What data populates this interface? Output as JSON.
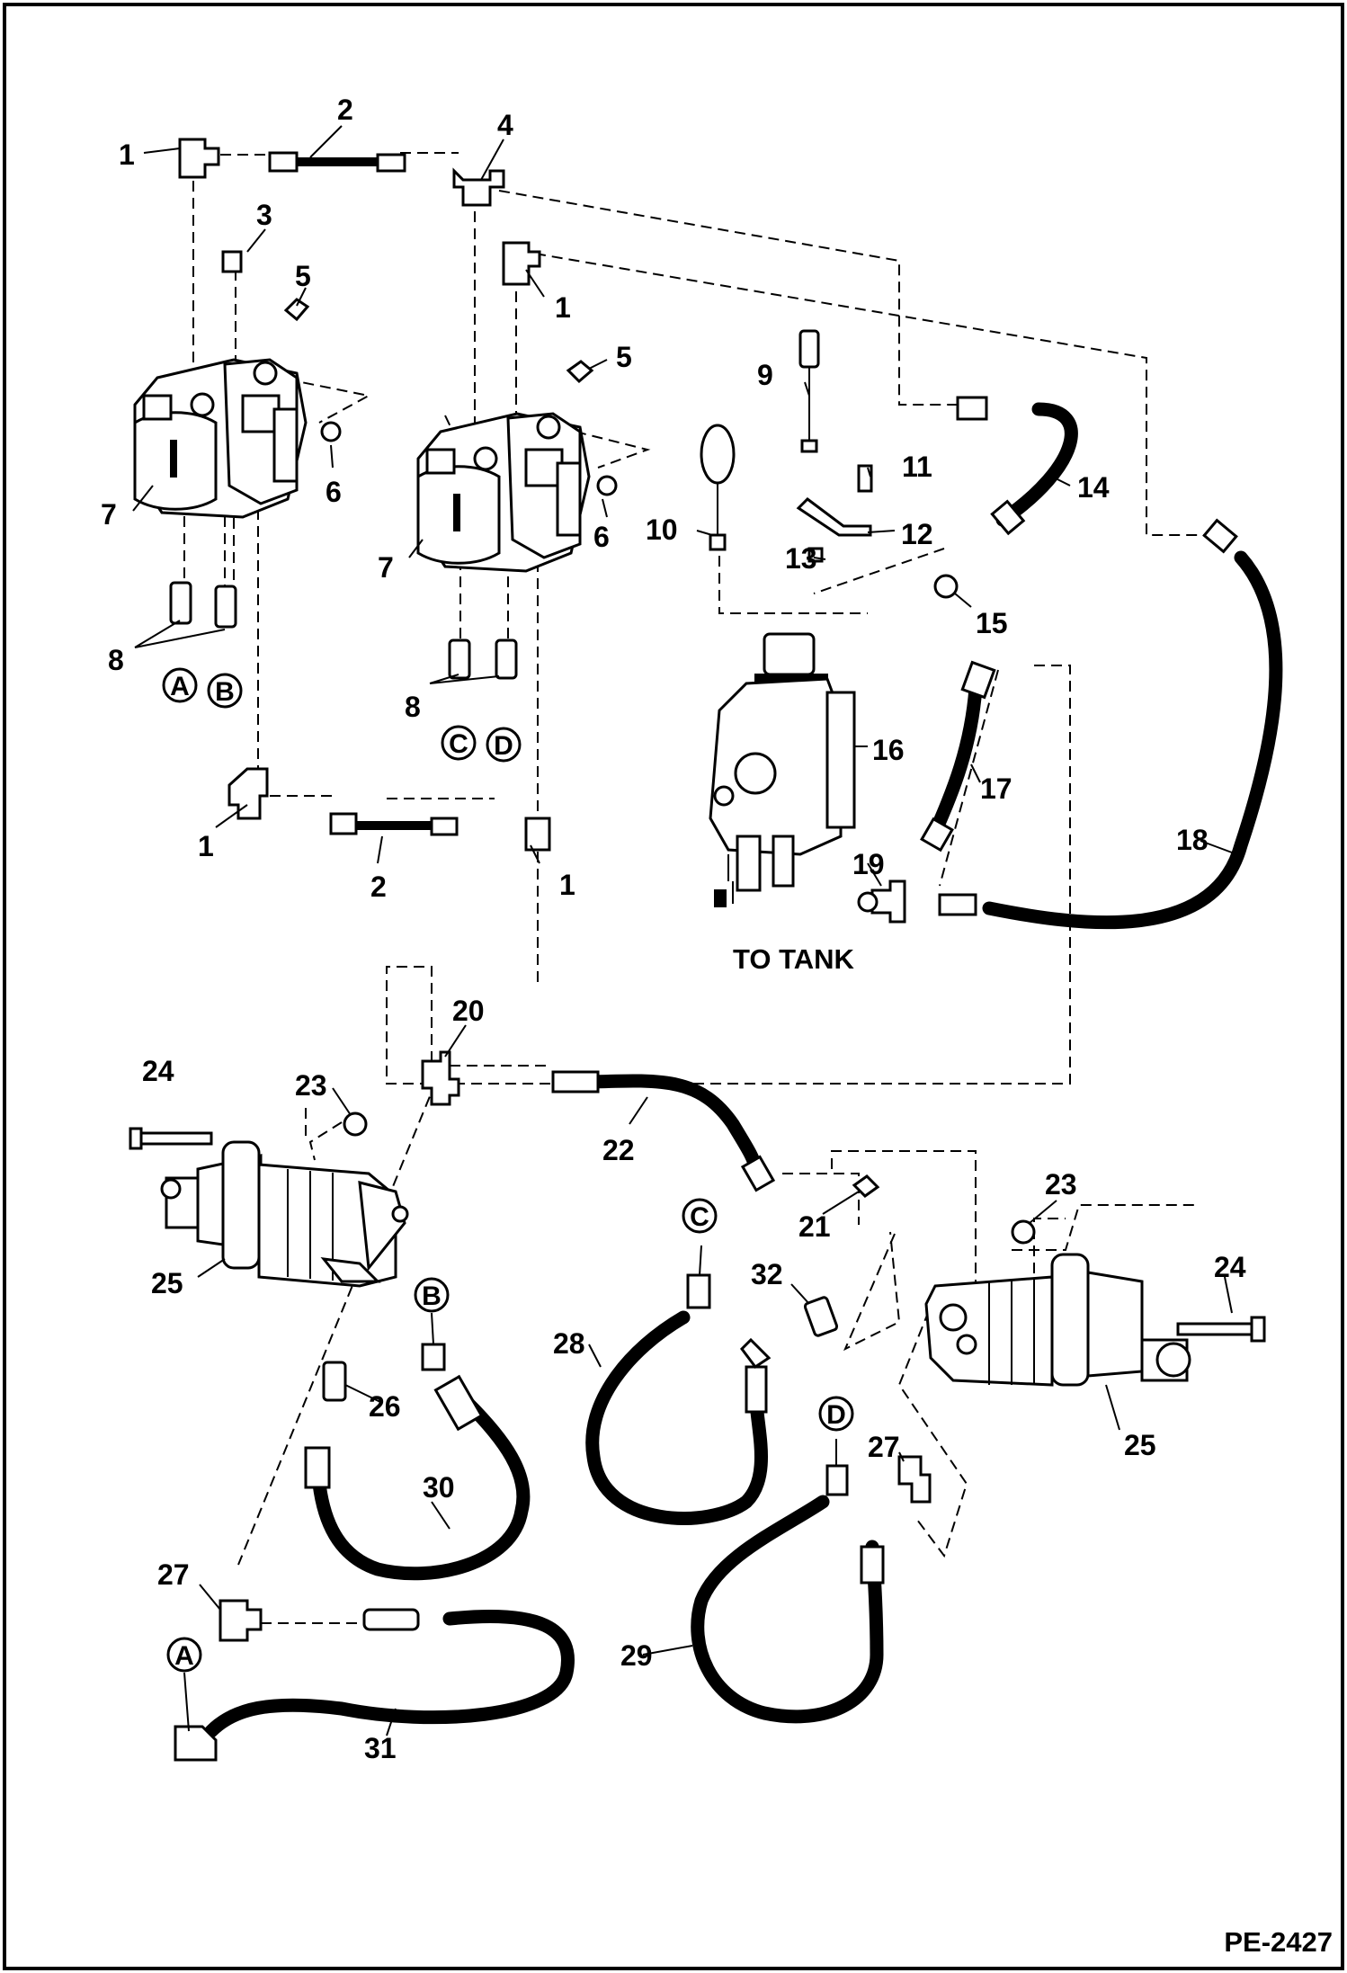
{
  "diagram_id": "PE-2427",
  "to_tank_label": "TO TANK",
  "part_labels": [
    {
      "n": "1"
    },
    {
      "n": "2"
    },
    {
      "n": "3"
    },
    {
      "n": "4"
    },
    {
      "n": "5"
    },
    {
      "n": "1"
    },
    {
      "n": "5"
    },
    {
      "n": "6"
    },
    {
      "n": "7"
    },
    {
      "n": "6"
    },
    {
      "n": "7"
    },
    {
      "n": "8"
    },
    {
      "n": "8"
    },
    {
      "n": "1"
    },
    {
      "n": "2"
    },
    {
      "n": "1"
    },
    {
      "n": "9"
    },
    {
      "n": "10"
    },
    {
      "n": "11"
    },
    {
      "n": "12"
    },
    {
      "n": "13"
    },
    {
      "n": "14"
    },
    {
      "n": "15"
    },
    {
      "n": "16"
    },
    {
      "n": "17"
    },
    {
      "n": "18"
    },
    {
      "n": "19"
    },
    {
      "n": "20"
    },
    {
      "n": "24"
    },
    {
      "n": "23"
    },
    {
      "n": "22"
    },
    {
      "n": "21"
    },
    {
      "n": "25"
    },
    {
      "n": "23"
    },
    {
      "n": "24"
    },
    {
      "n": "25"
    },
    {
      "n": "26"
    },
    {
      "n": "30"
    },
    {
      "n": "28"
    },
    {
      "n": "32"
    },
    {
      "n": "27"
    },
    {
      "n": "27"
    },
    {
      "n": "29"
    },
    {
      "n": "31"
    }
  ],
  "port_markers": [
    {
      "letter": "A"
    },
    {
      "letter": "B"
    },
    {
      "letter": "C"
    },
    {
      "letter": "D"
    },
    {
      "letter": "B"
    },
    {
      "letter": "C"
    },
    {
      "letter": "D"
    },
    {
      "letter": "A"
    }
  ]
}
